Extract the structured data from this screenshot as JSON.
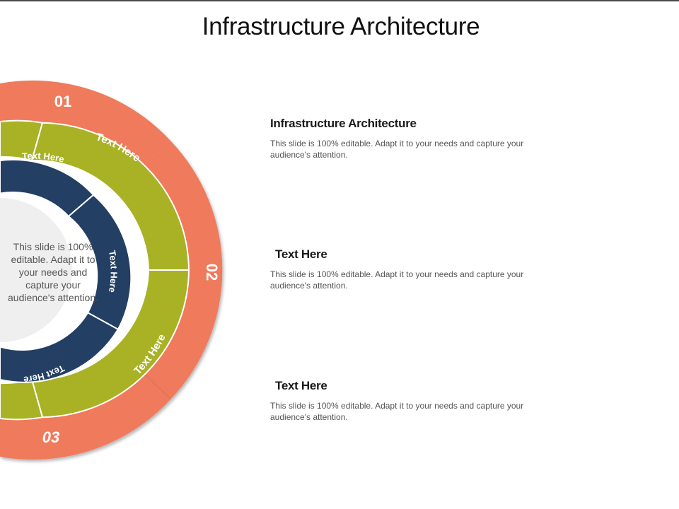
{
  "title": "Infrastructure Architecture",
  "colors": {
    "orange": "#F07A5C",
    "green": "#A8B224",
    "navy": "#233F63",
    "center_fill": "#EFEFEF"
  },
  "diagram": {
    "outer_ring": [
      "01",
      "02",
      "03"
    ],
    "middle_ring": [
      "Text Here",
      "Text Here"
    ],
    "inner_ring": [
      "Text Here",
      "Text Here",
      "Text Here"
    ],
    "center_text": "This slide is 100% editable. Adapt it to your needs and capture your audience's attention."
  },
  "items": [
    {
      "heading": "Infrastructure Architecture",
      "body": "This slide is 100% editable. Adapt it to your needs and capture your audience's attention."
    },
    {
      "heading": "Text Here",
      "body": "This slide is 100% editable. Adapt it to your needs and capture your audience's attention."
    },
    {
      "heading": "Text Here",
      "body": "This slide is 100% editable. Adapt it to your needs and capture your audience's attention."
    }
  ]
}
